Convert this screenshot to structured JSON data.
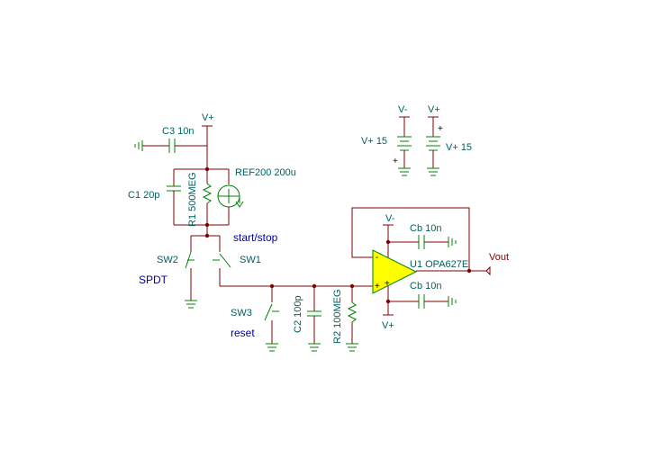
{
  "components": {
    "c3": "C3 10n",
    "c1": "C1 20p",
    "r1": "R1 500MEG",
    "ref200": "REF200 200u",
    "sw2": "SW2",
    "sw1": "SW1",
    "sw3": "SW3",
    "c2": "C2 100p",
    "r2": "R2 100MEG",
    "cb_top": "Cb 10n",
    "cb_bottom": "Cb 10n",
    "u1": "U1 OPA627E"
  },
  "nodes": {
    "vplus_top": "V+",
    "vminus_opamp": "V-",
    "vplus_opamp": "V+",
    "vminus_supply": "V-",
    "vplus_supply": "V+",
    "vout": "Vout"
  },
  "supplies": {
    "left": "V+ 15",
    "right": "V+ 15"
  },
  "annotations": {
    "start_stop": "start/stop",
    "spdt": "SPDT",
    "reset": "reset"
  },
  "pins": {
    "minus": "-",
    "plus": "+"
  },
  "colors": {
    "wire": "#800000",
    "component": "#008000",
    "label": "#006060",
    "annotation": "#000099",
    "opamp_fill": "#ffff00"
  }
}
